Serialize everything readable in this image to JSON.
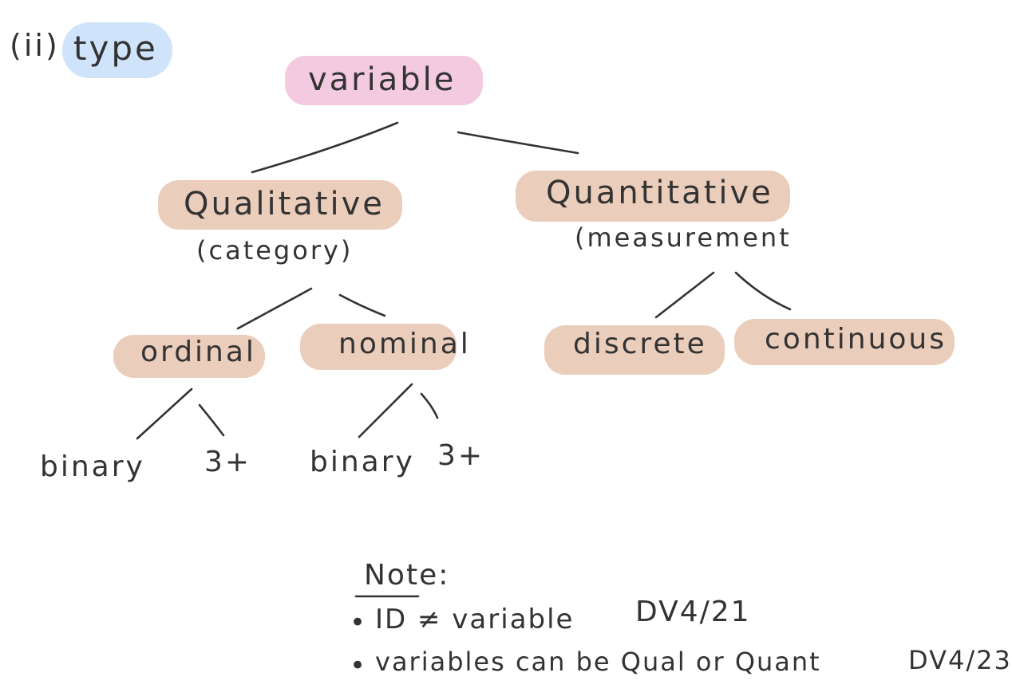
{
  "diagram": {
    "heading": "(ii)",
    "heading_tag": "type",
    "root": "variable",
    "branches": [
      {
        "label": "Qualitative",
        "sub": "(category)",
        "children": [
          {
            "label": "ordinal",
            "children": [
              "binary",
              "3+"
            ]
          },
          {
            "label": "nominal",
            "children": [
              "binary",
              "3+"
            ]
          }
        ]
      },
      {
        "label": "Quantitative",
        "sub": "(measurement",
        "children": [
          {
            "label": "discrete"
          },
          {
            "label": "continuous"
          }
        ]
      }
    ]
  },
  "note": {
    "title": "Note:",
    "items": [
      {
        "text": "ID ≠ variable",
        "ref": "DV4/21"
      },
      {
        "text": "variables can be Qual or Quant",
        "ref": "DV4/23"
      }
    ]
  },
  "colors": {
    "ink": "#333333",
    "highlight_blue": "#cfe4fa",
    "highlight_pink": "#f4cae0",
    "highlight_peach": "#ebcdbb"
  }
}
